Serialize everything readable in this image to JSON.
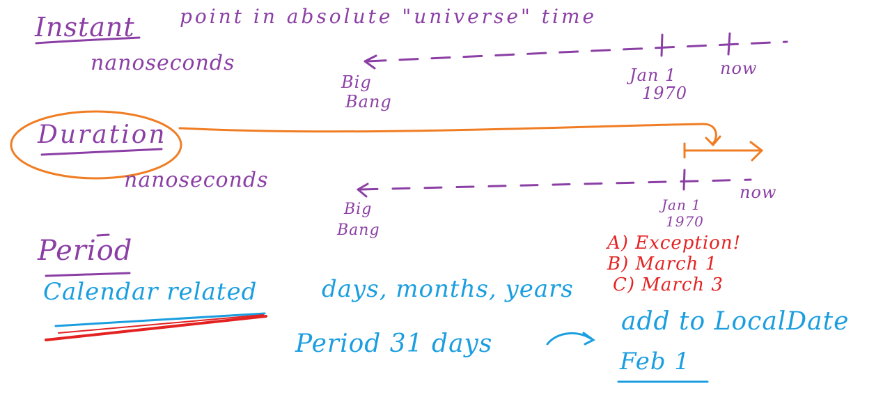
{
  "colors": {
    "purple": "#8b3fa5",
    "orange": "#f07d23",
    "blue": "#1a9ee0",
    "red": "#e32222"
  },
  "instant": {
    "title": "Instant",
    "description": "point in absolute \"universe\" time",
    "unit": "nanoseconds",
    "start_label_1": "Big",
    "start_label_2": "Bang",
    "epoch_label_1": "Jan 1",
    "epoch_label_2": "1970",
    "now_label": "now"
  },
  "duration": {
    "title": "Duration",
    "unit": "nanoseconds",
    "start_label_1": "Big",
    "start_label_2": "Bang",
    "epoch_label_1": "Jan 1",
    "epoch_label_2": "1970",
    "now_label": "now"
  },
  "period": {
    "title": "Period",
    "subtitle": "Calendar related",
    "units": "days, months, years",
    "example": "Period 31 days",
    "action": "add to LocalDate",
    "date": "Feb 1",
    "options": [
      "A) Exception!",
      "B) March 1",
      "C) March 3"
    ]
  }
}
